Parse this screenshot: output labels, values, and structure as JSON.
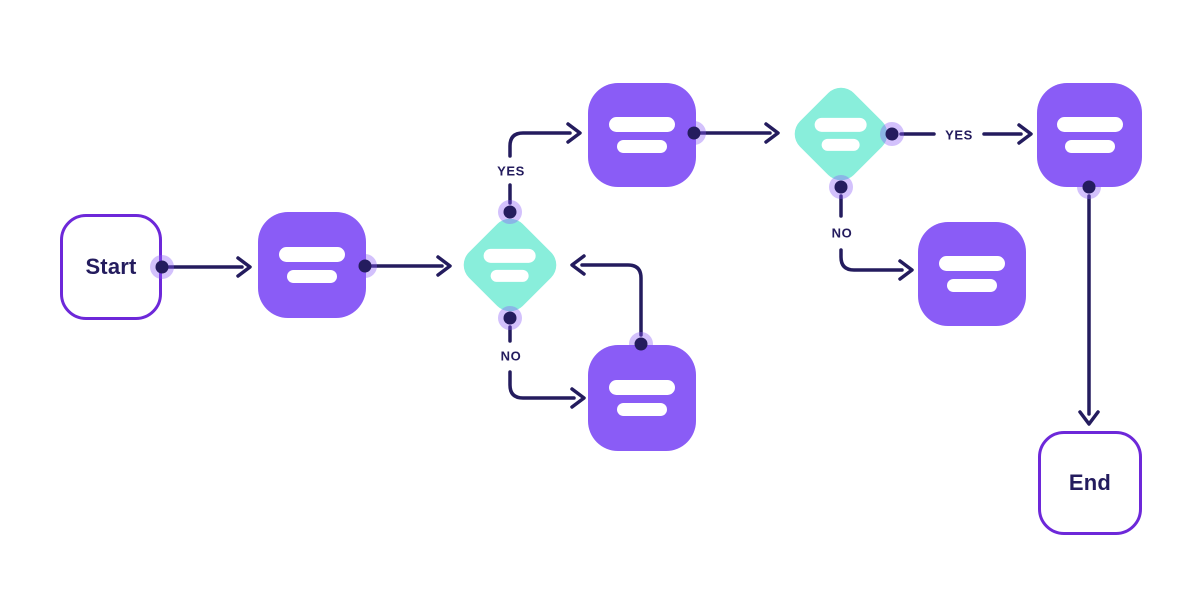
{
  "colors": {
    "background": "#ffffff",
    "process_fill": "#8A5CF6",
    "decision_fill": "#89EEDB",
    "terminal_border": "#6D28D9",
    "line": "#241C5E",
    "bar_fill": "#ffffff",
    "connector_halo": "#8B5CF6"
  },
  "nodes": {
    "start": {
      "type": "terminal",
      "label": "Start"
    },
    "process_1": {
      "type": "process"
    },
    "decision_1": {
      "type": "decision"
    },
    "process_2": {
      "type": "process"
    },
    "decision_2": {
      "type": "decision"
    },
    "process_3": {
      "type": "process"
    },
    "process_4": {
      "type": "process"
    },
    "process_5": {
      "type": "process"
    },
    "end": {
      "type": "terminal",
      "label": "End"
    }
  },
  "edges": [
    {
      "from": "start",
      "to": "process_1"
    },
    {
      "from": "process_1",
      "to": "decision_1"
    },
    {
      "from": "decision_1",
      "to": "process_2",
      "label": "YES"
    },
    {
      "from": "process_2",
      "to": "decision_2"
    },
    {
      "from": "decision_2",
      "to": "process_3",
      "label": "YES"
    },
    {
      "from": "decision_2",
      "to": "process_4",
      "label": "NO"
    },
    {
      "from": "decision_1",
      "to": "process_5",
      "label": "NO"
    },
    {
      "from": "process_5",
      "to": "decision_1"
    },
    {
      "from": "process_3",
      "to": "end"
    }
  ]
}
